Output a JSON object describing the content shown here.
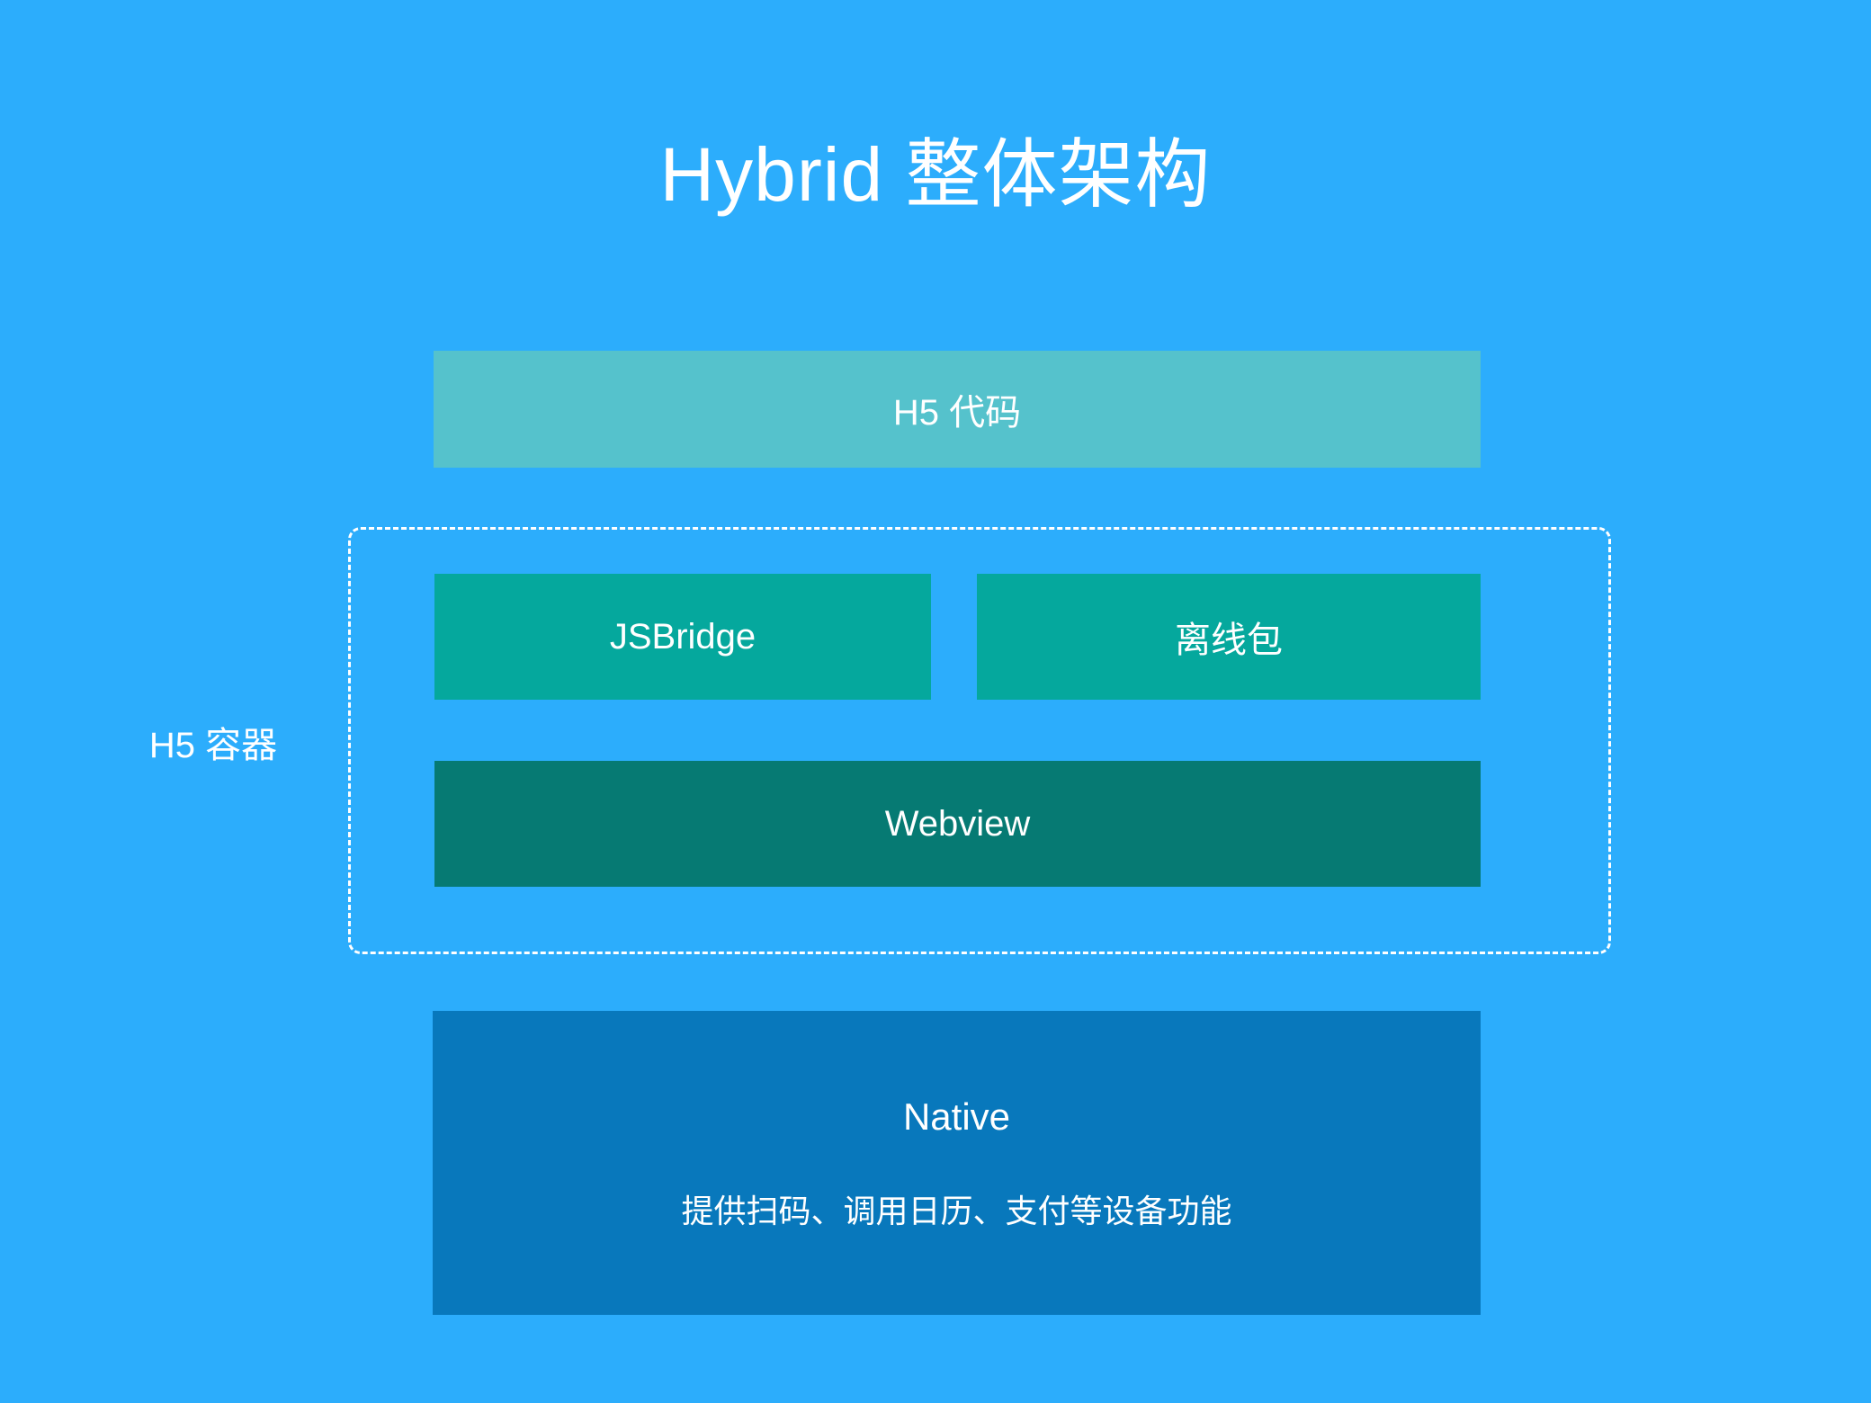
{
  "slide": {
    "title": "Hybrid 整体架构",
    "background_color": "#2cadfc"
  },
  "layers": {
    "h5_code": {
      "label": "H5 代码",
      "color": "#55c2cc"
    },
    "container": {
      "label": "H5 容器",
      "border_style": "dashed",
      "border_color": "#ffffff",
      "items": [
        {
          "label": "JSBridge",
          "color": "#05a89d"
        },
        {
          "label": "离线包",
          "color": "#05a89d"
        },
        {
          "label": "Webview",
          "color": "#067a73"
        }
      ]
    },
    "native": {
      "label": "Native",
      "description": "提供扫码、调用日历、支付等设备功能",
      "color": "#0878bc"
    }
  }
}
